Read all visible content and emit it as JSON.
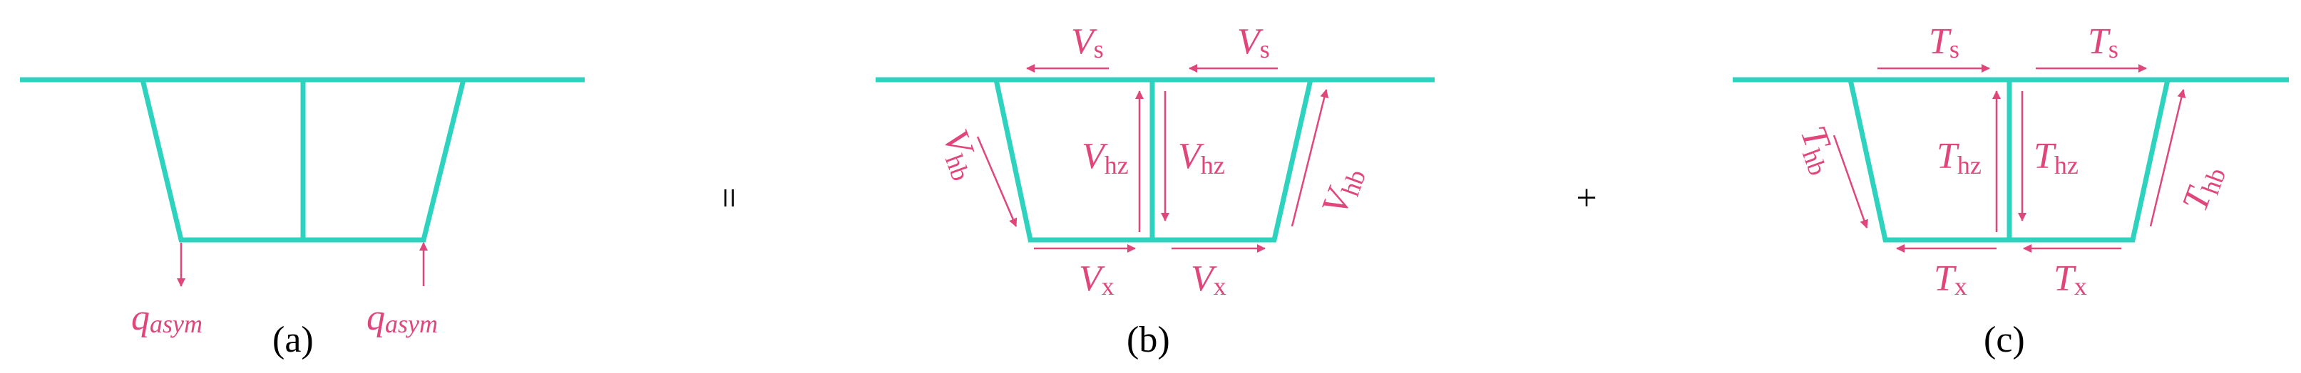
{
  "colors": {
    "structure": "#2ed3bf",
    "force": "#e0457b",
    "text": "#000000"
  },
  "panel_a": {
    "caption": "(a)",
    "load_left": "q",
    "load_left_sub": "asym",
    "load_right": "q",
    "load_right_sub": "asym"
  },
  "equals_sign": "=",
  "plus_sign": "+",
  "panel_b": {
    "caption": "(b)",
    "shear_top_left": "V",
    "shear_top_left_sub": "s",
    "shear_top_right": "V",
    "shear_top_right_sub": "s",
    "web_left": "V",
    "web_left_sub": "hb",
    "web_right": "V",
    "web_right_sub": "hb",
    "center_left": "V",
    "center_left_sub": "hz",
    "center_right": "V",
    "center_right_sub": "hz",
    "bottom_left": "V",
    "bottom_left_sub": "x",
    "bottom_right": "V",
    "bottom_right_sub": "x"
  },
  "panel_c": {
    "caption": "(c)",
    "shear_top_left": "T",
    "shear_top_left_sub": "s",
    "shear_top_right": "T",
    "shear_top_right_sub": "s",
    "web_left": "T",
    "web_left_sub": "hb",
    "web_right": "T",
    "web_right_sub": "hb",
    "center_left": "T",
    "center_left_sub": "hz",
    "center_right": "T",
    "center_right_sub": "hz",
    "bottom_left": "T",
    "bottom_left_sub": "x",
    "bottom_right": "T",
    "bottom_right_sub": "x"
  }
}
